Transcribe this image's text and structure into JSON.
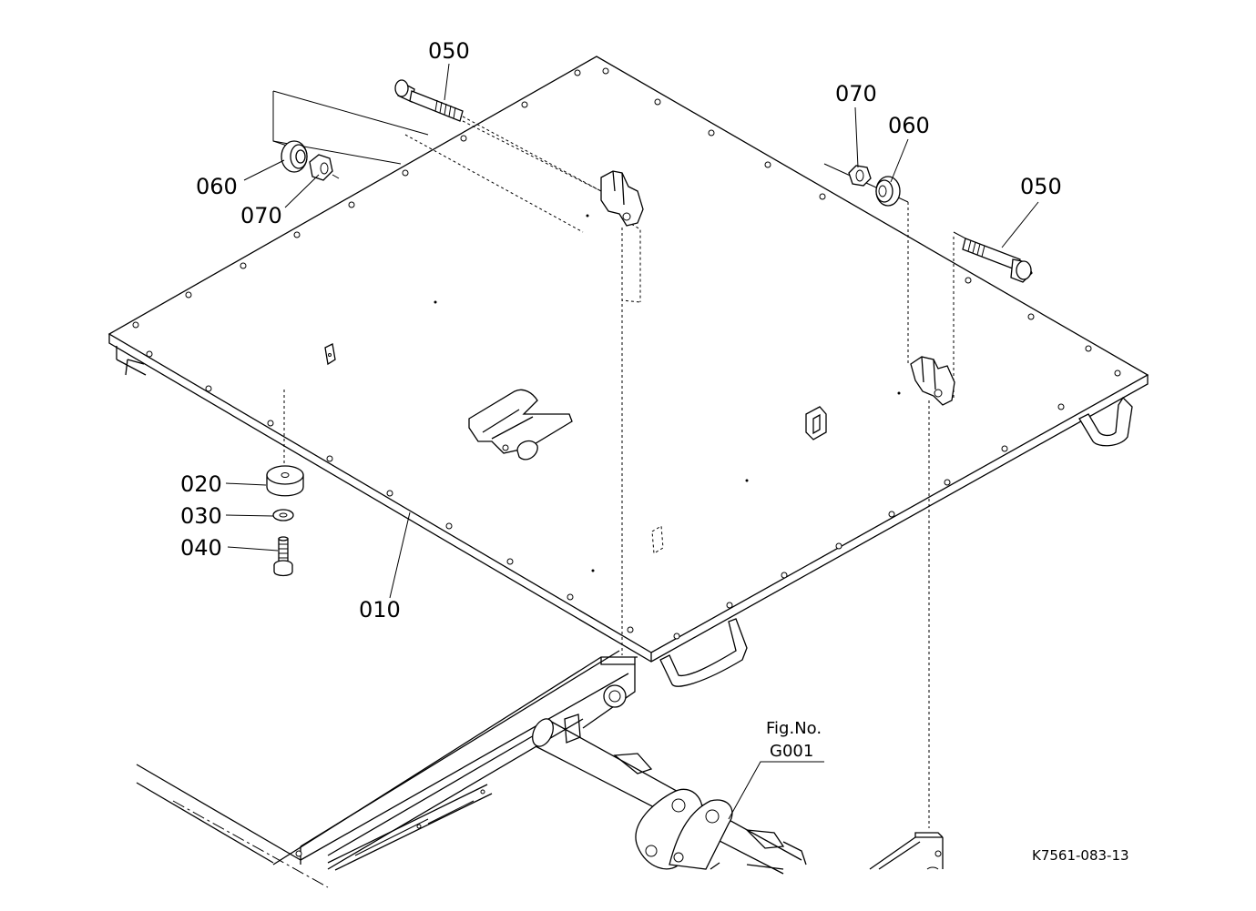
{
  "diagram": {
    "callouts": {
      "p010": "010",
      "p020": "020",
      "p030": "030",
      "p040": "040",
      "p050_left": "050",
      "p050_right": "050",
      "p060_left": "060",
      "p060_right": "060",
      "p070_left": "070",
      "p070_right": "070"
    },
    "figure_reference": {
      "line1": "Fig.No.",
      "line2": "G001"
    },
    "drawing_number": "K7561-083-13"
  }
}
